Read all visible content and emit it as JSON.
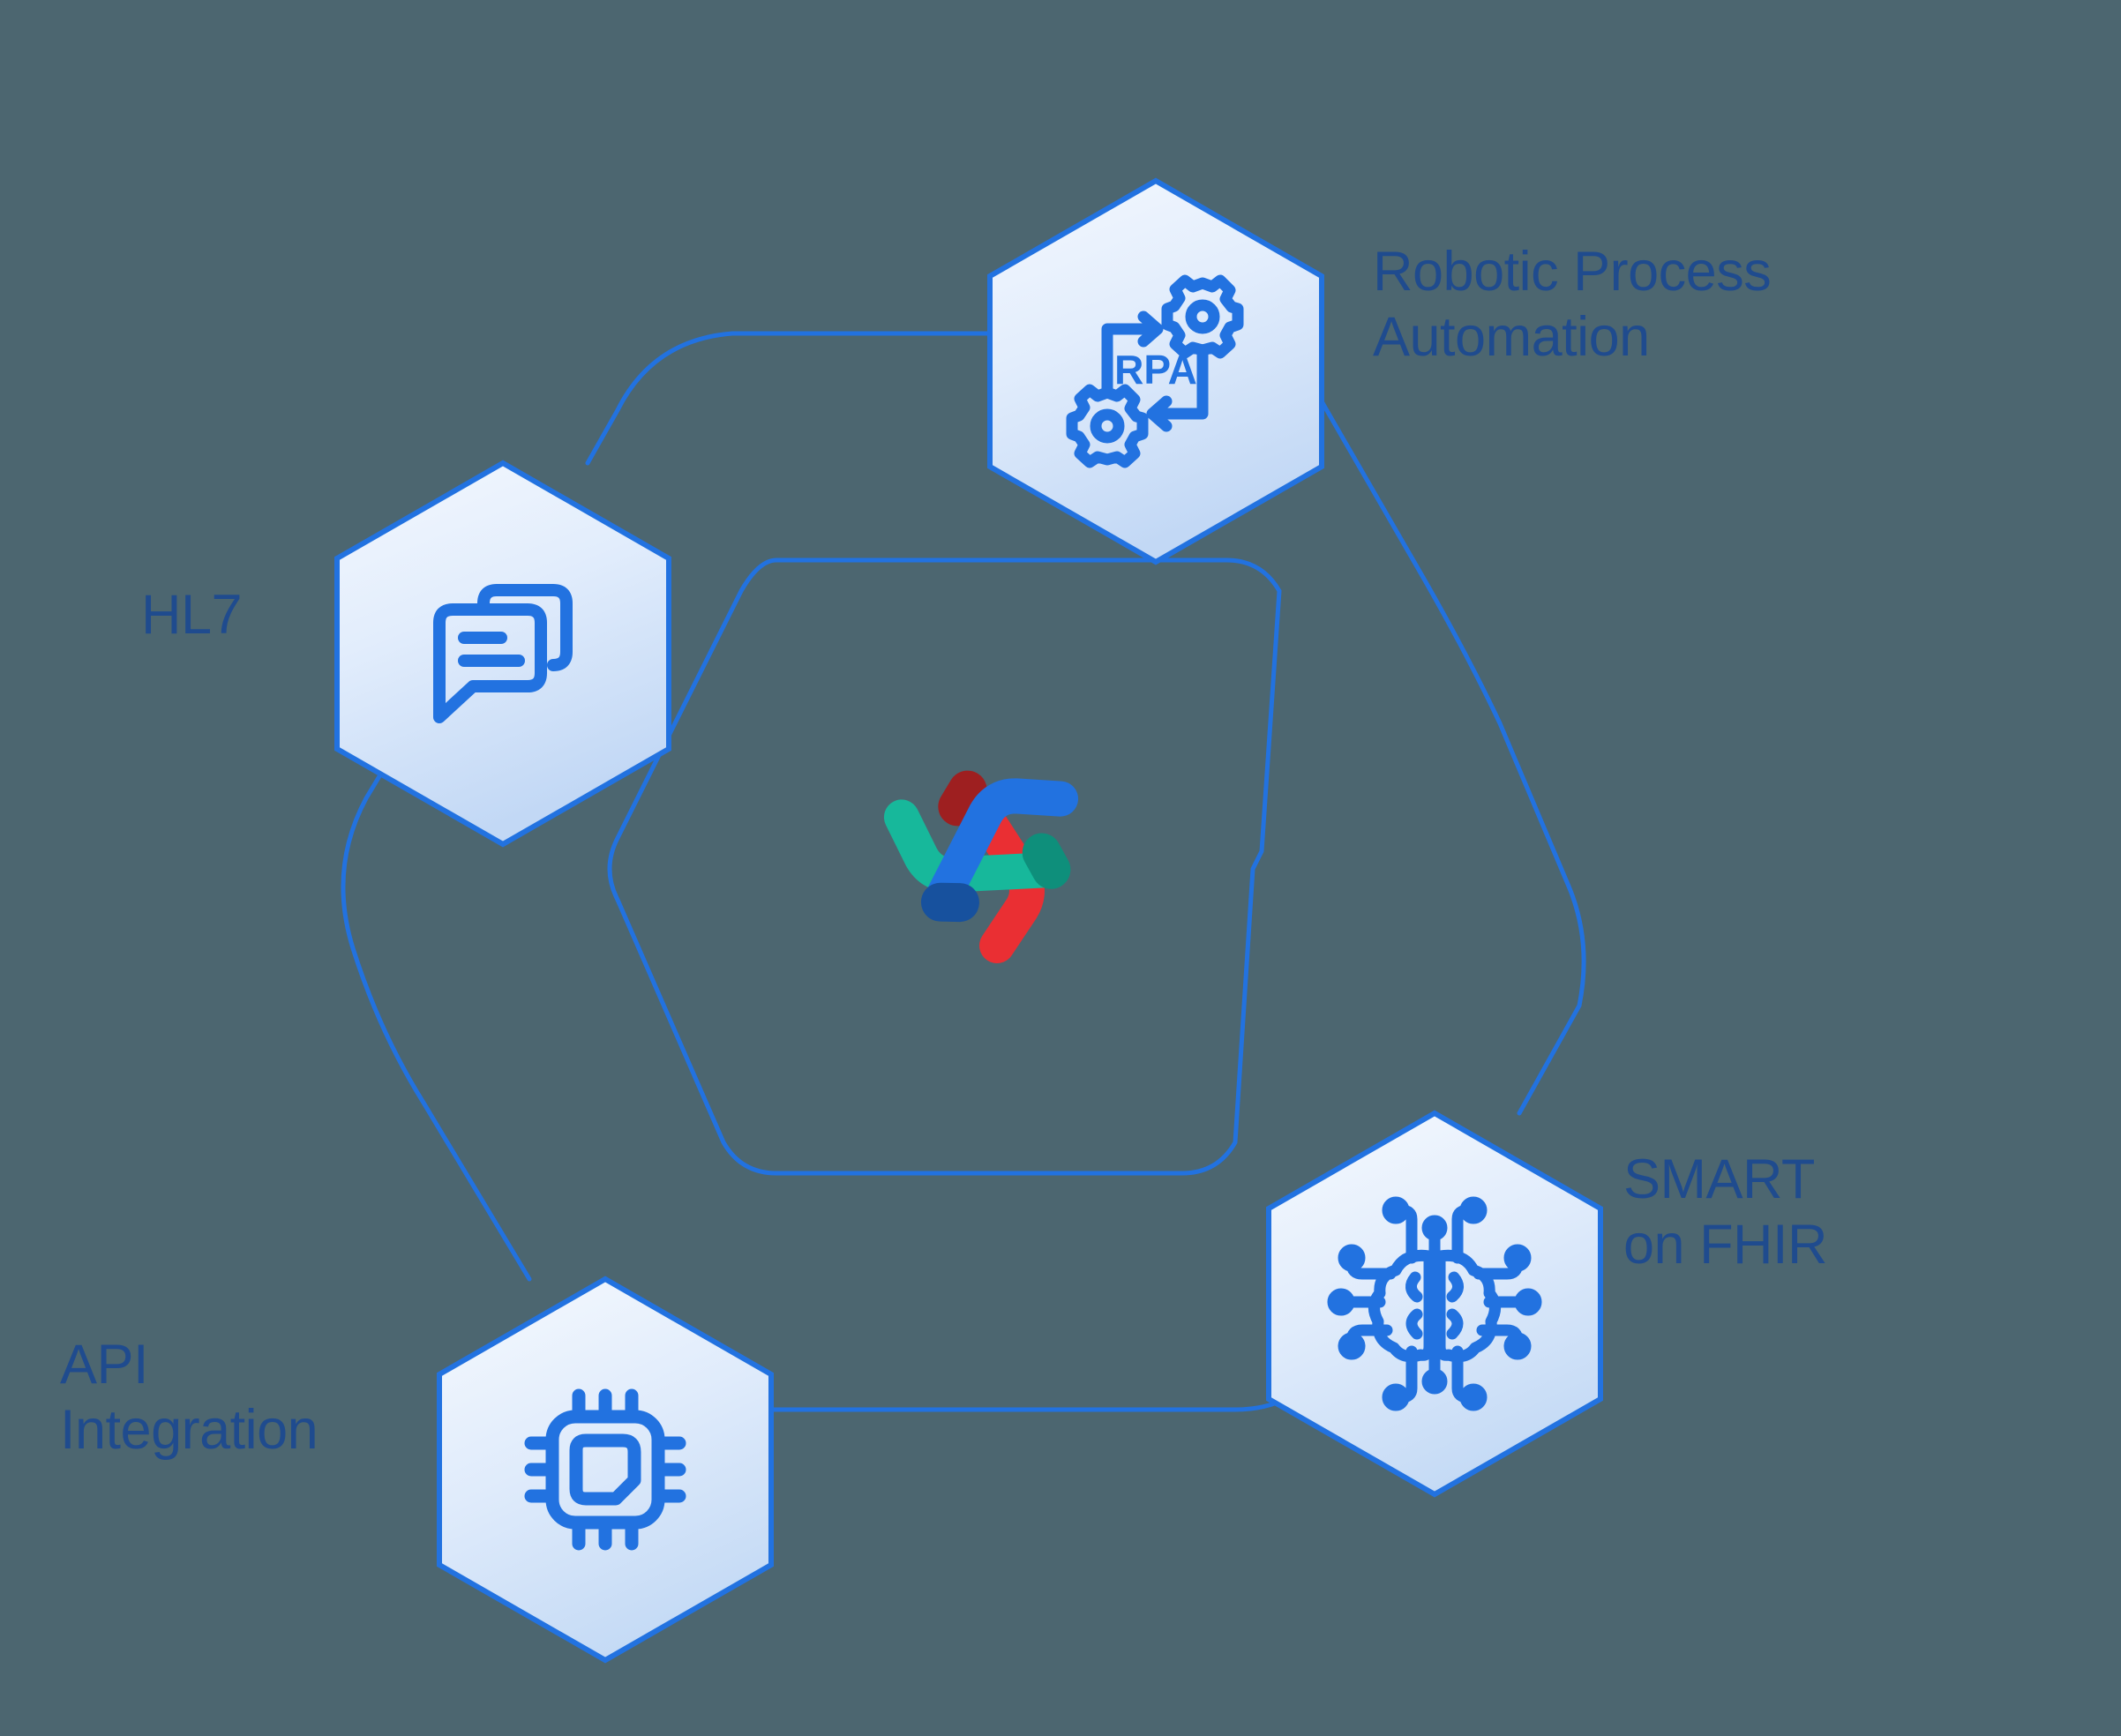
{
  "diagram": {
    "type": "hexagon-node-diagram",
    "background_color": "#4c6670",
    "accent_color": "#2272e0",
    "label_color": "#1f4b8e",
    "hex_fill_top": "#f2f7fe",
    "hex_fill_bottom": "#c3d9f6",
    "center_logo": {
      "name": "triskelion-recycle-logo",
      "arm_colors": [
        "#ea2f33",
        "#17b89b",
        "#2272e0"
      ],
      "cap_colors": [
        "#9e1f20",
        "#0e8f7b",
        "#17519e"
      ]
    },
    "inner_hexagon": {
      "stroke": "#2272e0",
      "stroke_width": 4,
      "fill": "none"
    },
    "nodes": [
      {
        "id": "rpa",
        "label": "Robotic Process\nAutomation",
        "icon": "rpa-gears-cycle-icon",
        "icon_text": "RPA",
        "label_position": "right"
      },
      {
        "id": "hl7",
        "label": "HL7",
        "icon": "chat-bubbles-icon",
        "label_position": "left"
      },
      {
        "id": "smart-on-fhir",
        "label": "SMART\non FHIR",
        "icon": "ai-brain-circuit-icon",
        "label_position": "right"
      },
      {
        "id": "api-integration",
        "label": "API\nIntegration",
        "icon": "microchip-cpu-icon",
        "label_position": "left"
      }
    ]
  }
}
